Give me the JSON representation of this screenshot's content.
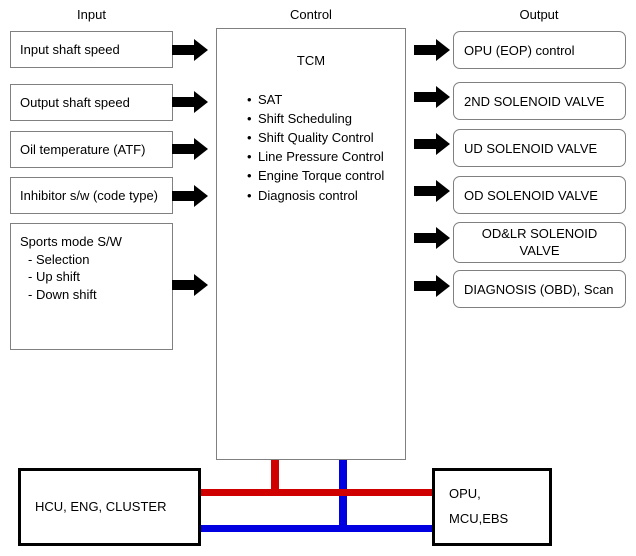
{
  "headers": {
    "input": "Input",
    "control": "Control",
    "output": "Output"
  },
  "colors": {
    "bus_red": "#d00000",
    "bus_blue": "#0000e0",
    "box_border": "#808080",
    "net_box_border": "#000000",
    "arrow_fill": "#000000"
  },
  "input": {
    "boxes": [
      {
        "label": "Input shaft speed"
      },
      {
        "label": "Output shaft speed"
      },
      {
        "label": "Oil temperature (ATF)"
      },
      {
        "label": "Inhibitor s/w (code type)"
      }
    ],
    "sports": {
      "title": "Sports mode S/W",
      "items": [
        "- Selection",
        "- Up shift",
        "- Down shift"
      ]
    }
  },
  "control": {
    "title": "TCM",
    "bullet_char": "•",
    "features": [
      "SAT",
      "Shift Scheduling",
      "Shift Quality Control",
      "Line Pressure Control",
      "Engine Torque control",
      "Diagnosis control"
    ]
  },
  "output": {
    "boxes": [
      {
        "label": "OPU (EOP) control",
        "lines": [
          "OPU (EOP) control"
        ]
      },
      {
        "label": "2ND SOLENOID VALVE",
        "lines": [
          "2ND SOLENOID VALVE"
        ]
      },
      {
        "label": "UD SOLENOID VALVE",
        "lines": [
          "UD SOLENOID VALVE"
        ]
      },
      {
        "label": "OD SOLENOID VALVE",
        "lines": [
          "OD SOLENOID VALVE"
        ]
      },
      {
        "label": "OD&LR SOLENOID VALVE",
        "lines": [
          "OD&LR SOLENOID",
          "VALVE"
        ]
      },
      {
        "label": "DIAGNOSIS (OBD), Scan",
        "lines": [
          "DIAGNOSIS (OBD), Scan"
        ]
      }
    ]
  },
  "network": {
    "left": {
      "lines": [
        "HCU, ENG, CLUSTER"
      ]
    },
    "right": {
      "lines": [
        "OPU,",
        "MCU,EBS"
      ]
    }
  }
}
